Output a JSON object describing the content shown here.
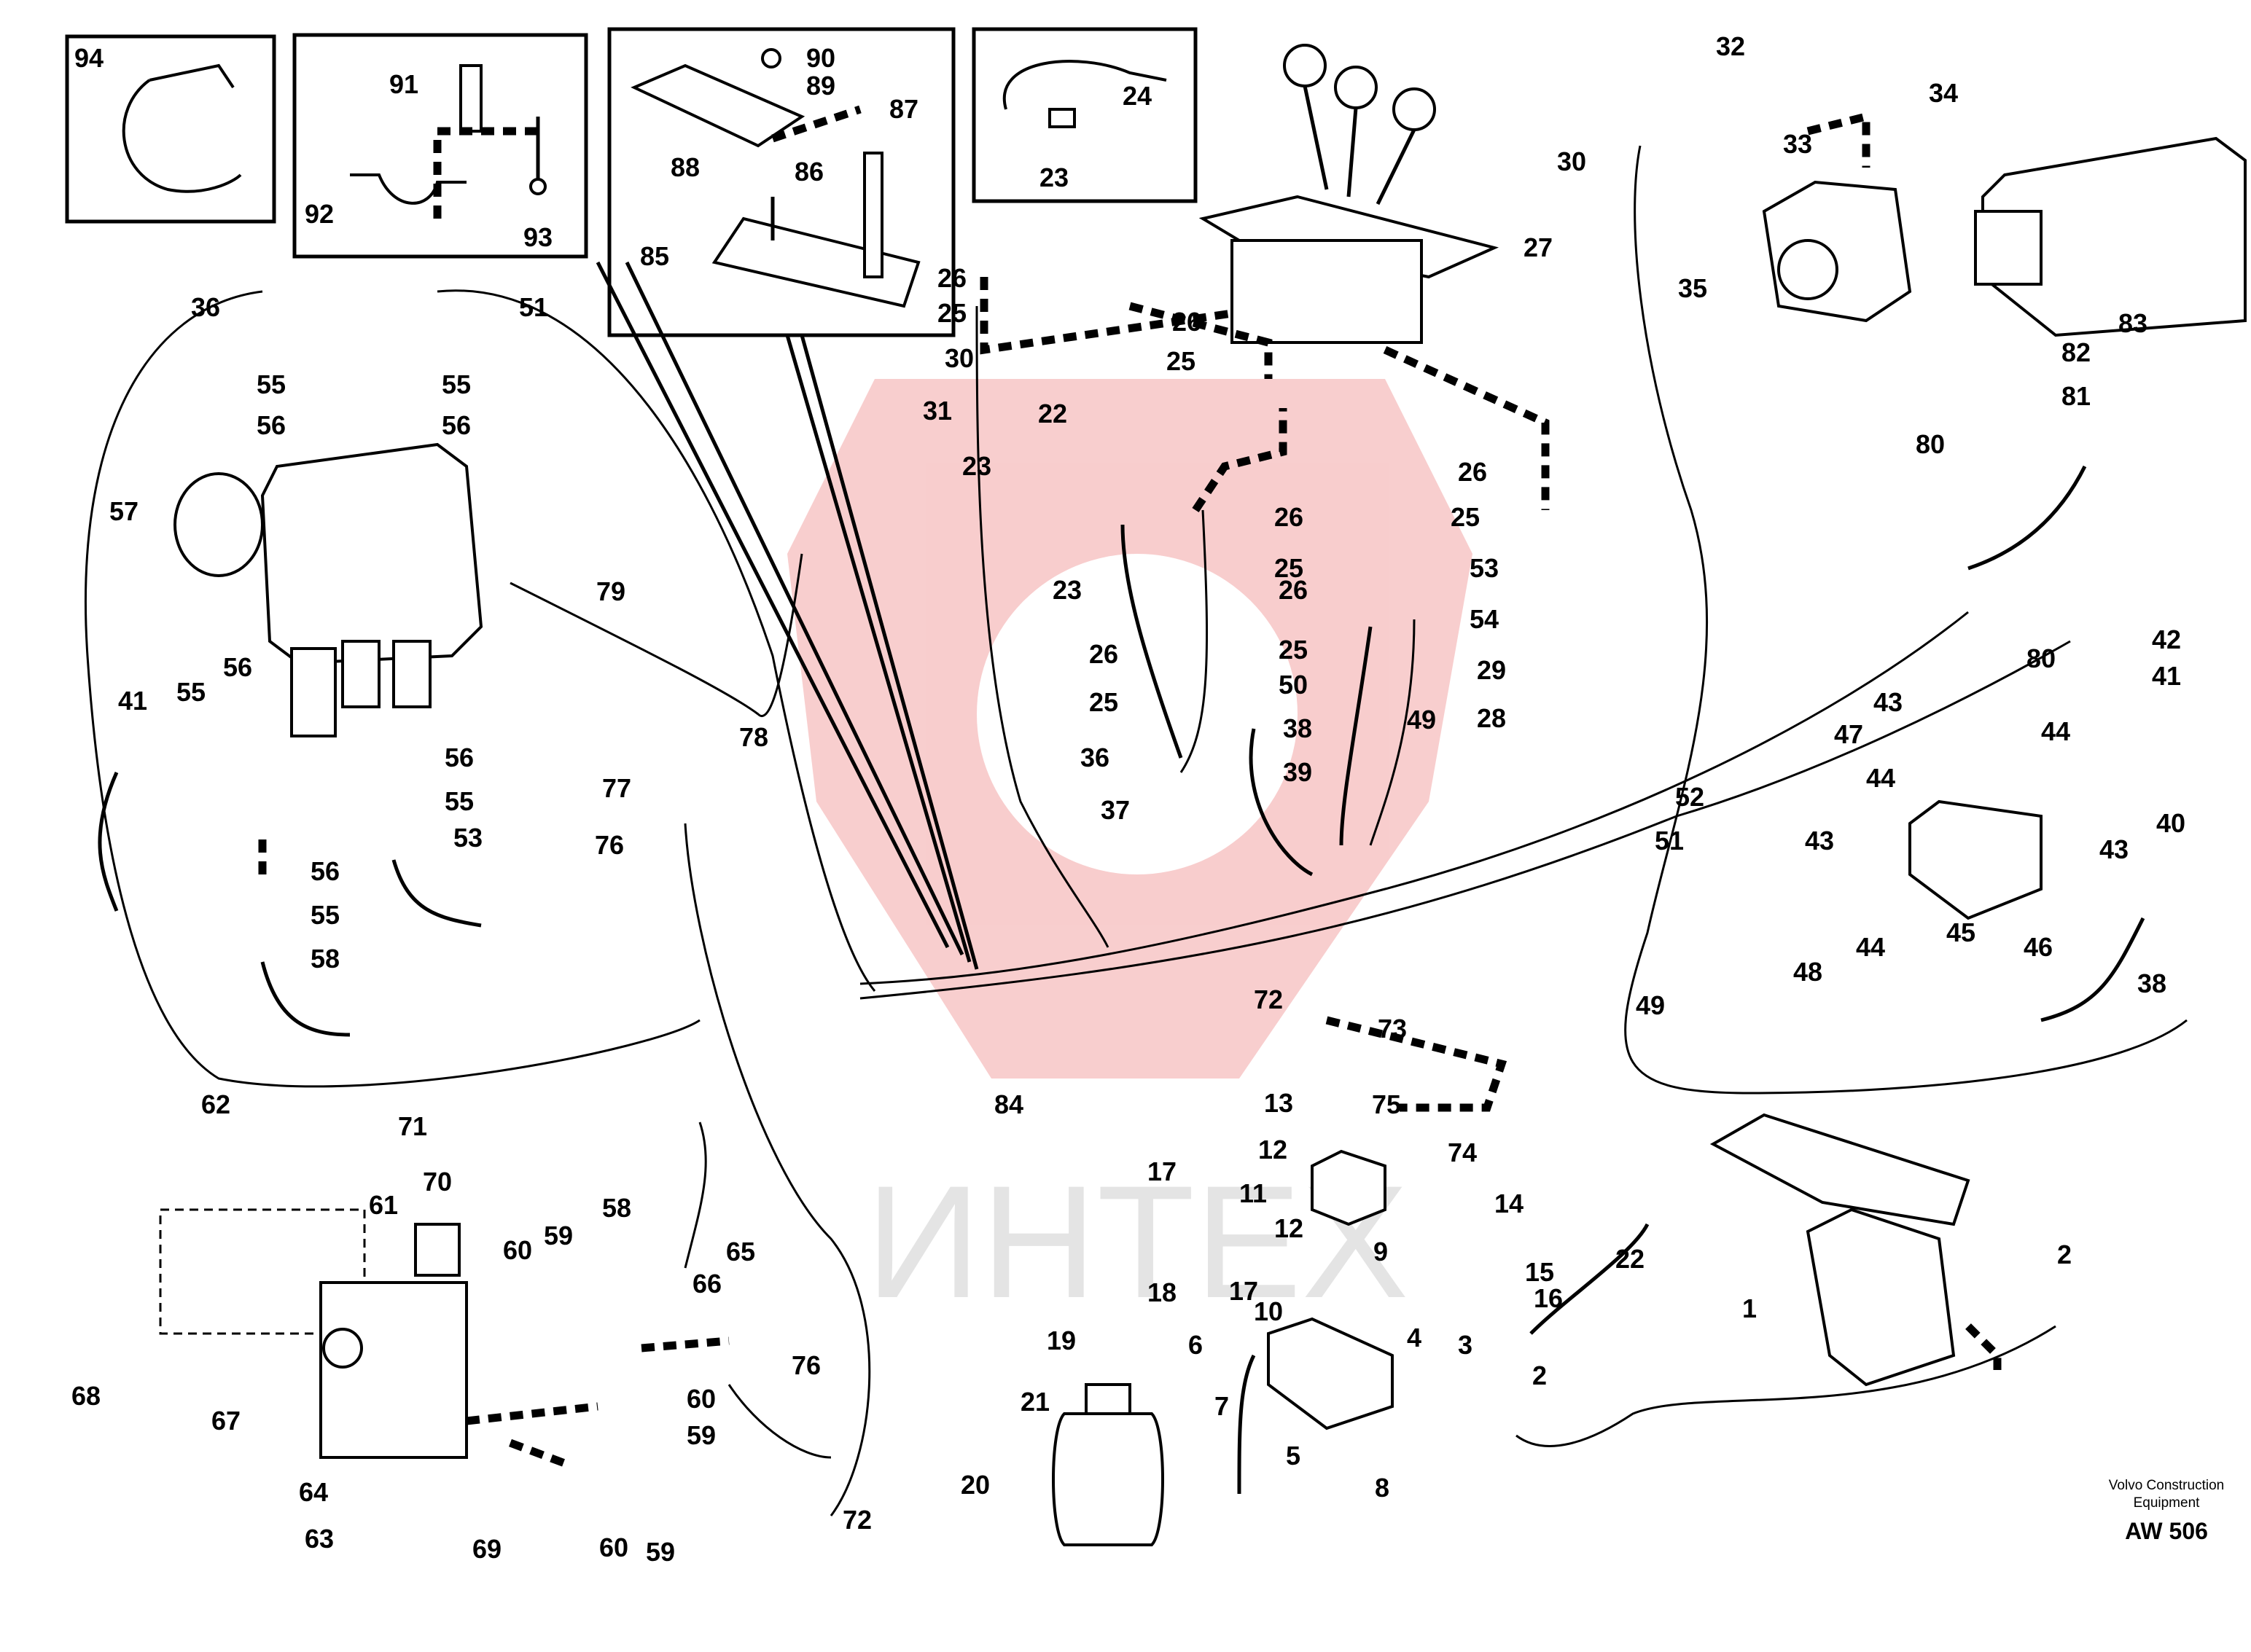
{
  "footer": {
    "company": "Volvo Construction",
    "company_line2": "Equipment",
    "code": "AW 506"
  },
  "watermark": {
    "text": "ИНТЕХ",
    "color": "#e02020"
  },
  "parts": [
    "1",
    "2",
    "3",
    "4",
    "5",
    "6",
    "7",
    "8",
    "9",
    "10",
    "11",
    "12",
    "13",
    "14",
    "15",
    "16",
    "17",
    "18",
    "19",
    "20",
    "21",
    "22",
    "23",
    "24",
    "25",
    "26",
    "27",
    "28",
    "29",
    "30",
    "31",
    "32",
    "33",
    "34",
    "35",
    "36",
    "37",
    "38",
    "39",
    "40",
    "41",
    "42",
    "43",
    "44",
    "45",
    "46",
    "47",
    "48",
    "49",
    "50",
    "51",
    "52",
    "53",
    "54",
    "55",
    "56",
    "57",
    "58",
    "59",
    "60",
    "61",
    "62",
    "63",
    "64",
    "65",
    "66",
    "67",
    "68",
    "69",
    "70",
    "71",
    "72",
    "73",
    "74",
    "75",
    "76",
    "77",
    "78",
    "79",
    "80",
    "81",
    "82",
    "83",
    "84",
    "85",
    "86",
    "87",
    "88",
    "89",
    "90",
    "91",
    "92",
    "93",
    "94"
  ]
}
